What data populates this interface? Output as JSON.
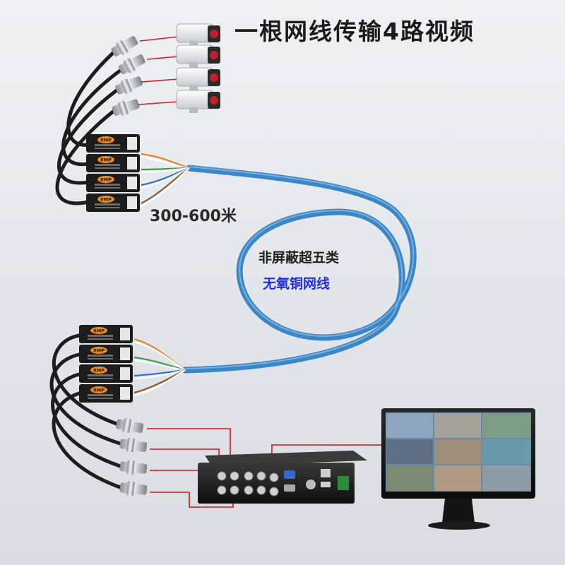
{
  "title": "一根网线传输4路视频",
  "distance_label": "300-600米",
  "cable_label_line1": "非屏蔽超五类",
  "cable_label_line2": "无氧铜网线",
  "balun_badge": "8MP",
  "colors": {
    "cable_blue": "#3d86c6",
    "signal_red": "#d9141c",
    "label_blue": "#2430e0",
    "balun_body": "#1c1c1c",
    "badge_orange": "#f08a1a"
  },
  "icons": {
    "camera": "cctv-bullet-camera-icon",
    "bnc": "bnc-connector-icon",
    "balun": "video-balun-icon",
    "dvr": "dvr-recorder-icon",
    "monitor": "monitor-icon"
  }
}
